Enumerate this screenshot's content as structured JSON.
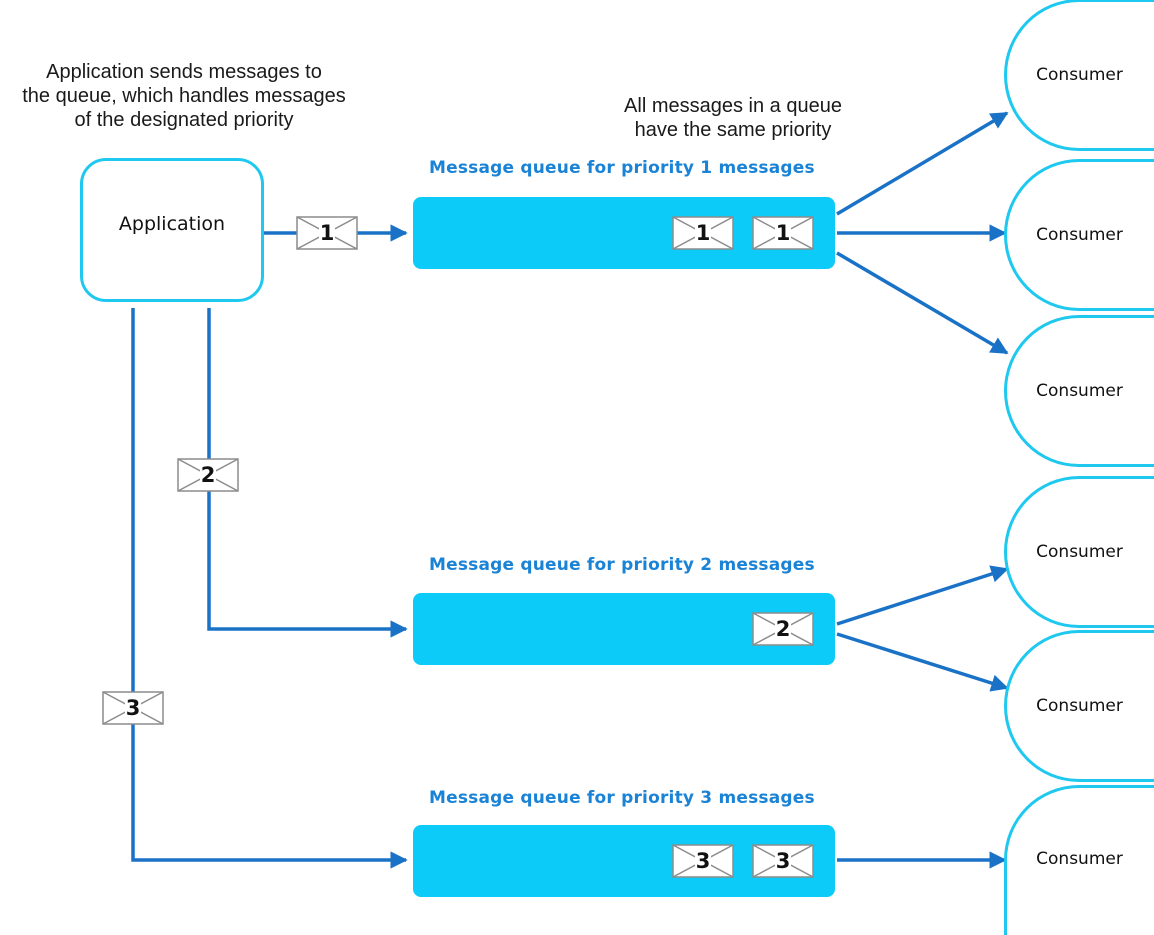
{
  "notes": {
    "app_note": [
      "Application sends messages to",
      "the queue, which handles messages",
      "of the designated priority"
    ],
    "queue_note": [
      "All messages in a queue",
      "have the same priority"
    ]
  },
  "application": {
    "label": "Application"
  },
  "queues": [
    {
      "title": "Message queue for priority 1 messages",
      "messages": [
        "1",
        "1"
      ]
    },
    {
      "title": "Message queue for priority 2 messages",
      "messages": [
        "2"
      ]
    },
    {
      "title": "Message queue for priority 3 messages",
      "messages": [
        "3",
        "3"
      ]
    }
  ],
  "in_transit": [
    "1",
    "2",
    "3"
  ],
  "consumers": [
    {
      "label": "Consumer",
      "queue": 1
    },
    {
      "label": "Consumer",
      "queue": 1
    },
    {
      "label": "Consumer",
      "queue": 1
    },
    {
      "label": "Consumer",
      "queue": 2
    },
    {
      "label": "Consumer",
      "queue": 2
    },
    {
      "label": "Consumer",
      "queue": 3
    }
  ],
  "colors": {
    "queue_fill": "#0dcbf8",
    "outline": "#1ec8ef",
    "arrow": "#1a72c7",
    "title_text": "#1b83d6"
  }
}
